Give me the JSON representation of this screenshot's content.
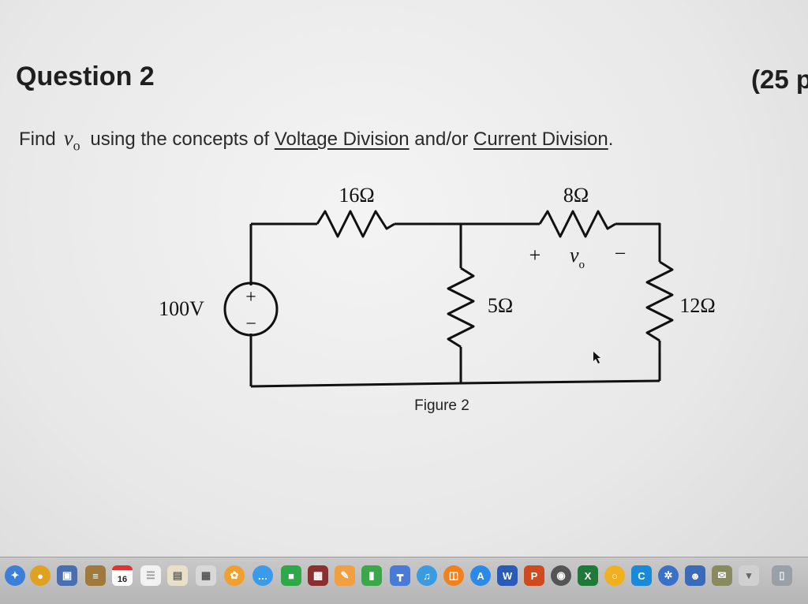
{
  "document": {
    "title": "Question 2",
    "points": "(25 p",
    "question_prefix": "Find",
    "question_var": "v",
    "question_var_sub": "o",
    "question_mid": "using the concepts of",
    "link1": "Voltage Division",
    "and_or": "and/or",
    "link2": "Current Division",
    "period": "."
  },
  "circuit": {
    "r1": "16Ω",
    "r2": "8Ω",
    "r3": "5Ω",
    "r4": "12Ω",
    "source": "100V",
    "plus": "+",
    "minus": "−",
    "vo_var": "v",
    "vo_sub": "o",
    "src_plus": "+",
    "src_minus": "−",
    "caption": "Figure 2"
  },
  "dock": {
    "calendar_day": "16",
    "icons": [
      "safari-icon",
      "chrome-icon",
      "preview-icon",
      "notes-icon",
      "calendar-icon",
      "reminders-icon",
      "contacts-icon",
      "photos-icon",
      "messages-icon",
      "facetime-icon",
      "photo-booth-icon",
      "pages-icon",
      "numbers-icon",
      "keynote-icon",
      "itunes-icon",
      "ibooks-icon",
      "app-store-icon",
      "word-icon",
      "powerpoint-icon",
      "screenshot-icon",
      "excel-icon",
      "office-icon",
      "onenote-icon",
      "skype-icon",
      "game-center-icon",
      "finder-icon",
      "trash-icon"
    ]
  }
}
